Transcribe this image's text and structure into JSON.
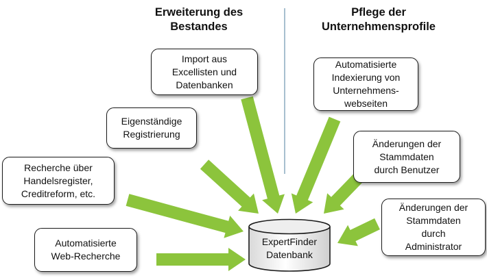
{
  "headings": {
    "left": "Erweiterung des\nBestandes",
    "right": "Pflege der\nUnternehmensprofile"
  },
  "sources_left": [
    {
      "id": "import",
      "label": "Import aus\nExcellisten und\nDatenbanken"
    },
    {
      "id": "registrierung",
      "label": "Eigenständige\nRegistrierung"
    },
    {
      "id": "recherche",
      "label": "Recherche über\nHandelsregister,\nCreditreform, etc."
    },
    {
      "id": "web",
      "label": "Automatisierte\nWeb-Recherche"
    }
  ],
  "sources_right": [
    {
      "id": "indexierung",
      "label": "Automatisierte\nIndexierung von\nUnternehmens-\nwebseiten"
    },
    {
      "id": "benutzer",
      "label": "Änderungen der\nStammdaten\ndurch Benutzer"
    },
    {
      "id": "administrator",
      "label": "Änderungen der\nStammdaten\ndurch\nAdministrator"
    }
  ],
  "database": {
    "label": "ExpertFinder\nDatenbank"
  },
  "colors": {
    "arrow": "#8cc43c",
    "divider": "#a7bfcf",
    "box_border": "#1a1a1a"
  }
}
